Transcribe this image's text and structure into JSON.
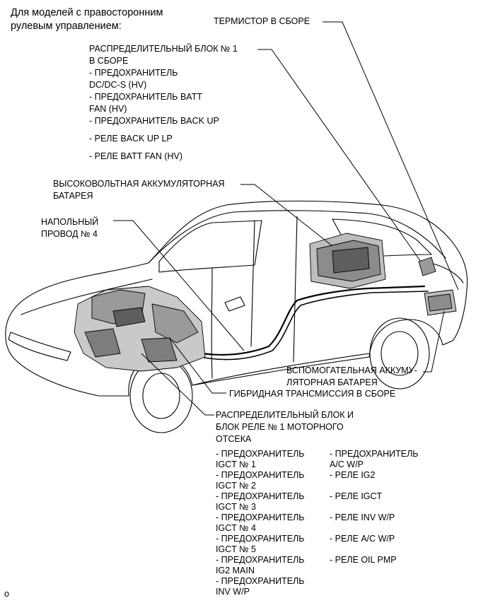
{
  "header": {
    "lines": [
      "Для моделей с правосторонним",
      "рулевым управлением:"
    ]
  },
  "thermistor": "ТЕРМИСТОР В СБОРЕ",
  "pdb1": {
    "lines": [
      "РАСПРЕДЕЛИТЕЛЬНЫЙ БЛОК № 1",
      "В СБОРЕ",
      "- ПРЕДОХРАНИТЕЛЬ",
      "DC/DC-S (HV)",
      "- ПРЕДОХРАНИТЕЛЬ BATT",
      "FAN (HV)",
      "- ПРЕДОХРАНИТЕЛЬ BACK UP"
    ],
    "relays": [
      "- РЕЛЕ BACK UP LP",
      "- РЕЛЕ BATT FAN (HV)"
    ]
  },
  "hv_battery": {
    "lines": [
      "ВЫСОКОВОЛЬТНАЯ АККУМУЛЯТОРНАЯ",
      "БАТАРЕЯ"
    ]
  },
  "floor_wire": {
    "lines": [
      "НАПОЛЬНЫЙ",
      "ПРОВОД № 4"
    ]
  },
  "aux_battery": {
    "lines": [
      "ВСПОМОГАТЕЛЬНАЯ АККУМУ-",
      "ЛЯТОРНАЯ БАТАРЕЯ"
    ]
  },
  "hybrid_transmission": "ГИБРИДНАЯ ТРАНСМИССИЯ В СБОРЕ",
  "engine_box": {
    "lines": [
      "РАСПРЕДЕЛИТЕЛЬНЫЙ БЛОК И",
      "БЛОК РЕЛЕ № 1 МОТОРНОГО",
      "ОТСЕКА"
    ],
    "col1": [
      [
        "- ПРЕДОХРАНИТЕЛЬ",
        "IGCT № 1"
      ],
      [
        "- ПРЕДОХРАНИТЕЛЬ",
        "IGCT № 2"
      ],
      [
        "- ПРЕДОХРАНИТЕЛЬ",
        "IGCT № 3"
      ],
      [
        "- ПРЕДОХРАНИТЕЛЬ",
        "IGCT № 4"
      ],
      [
        "- ПРЕДОХРАНИТЕЛЬ",
        "IGCT № 5"
      ],
      [
        "- ПРЕДОХРАНИТЕЛЬ",
        "IG2 MAIN"
      ],
      [
        "- ПРЕДОХРАНИТЕЛЬ",
        "INV W/P"
      ]
    ],
    "col2": [
      [
        "- ПРЕДОХРАНИТЕЛЬ",
        "A/C W/P"
      ],
      [
        "- РЕЛЕ IG2",
        ""
      ],
      [
        "- РЕЛЕ IGCT",
        ""
      ],
      [
        "- РЕЛЕ INV W/P",
        ""
      ],
      [
        "- РЕЛЕ A/C W/P",
        ""
      ],
      [
        "- РЕЛЕ OIL PMP",
        ""
      ]
    ]
  },
  "footer": "o",
  "colors": {
    "line": "#000000",
    "background": "#ffffff",
    "shade": "#9a9a9a"
  }
}
